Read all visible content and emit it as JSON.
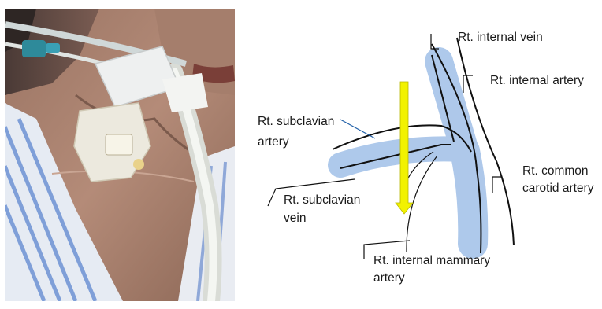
{
  "photo": {
    "subject": "clinical photograph of patient neck and upper chest with central venous catheter dressing and tubing"
  },
  "diagram": {
    "labels": {
      "internal_vein": "Rt. internal vein",
      "internal_artery": "Rt. internal artery",
      "subclavian_artery": [
        "Rt. subclavian",
        "artery"
      ],
      "common_carotid": [
        "Rt. common",
        "carotid artery"
      ],
      "subclavian_vein": [
        "Rt. subclavian",
        "vein"
      ],
      "internal_mammary": [
        "Rt. internal mammary",
        "artery"
      ]
    },
    "colors": {
      "vein_fill": "#8fb4e3",
      "arrow_fill": "#f2f200",
      "line": "#111111",
      "leader": "#1f5fa8"
    }
  }
}
